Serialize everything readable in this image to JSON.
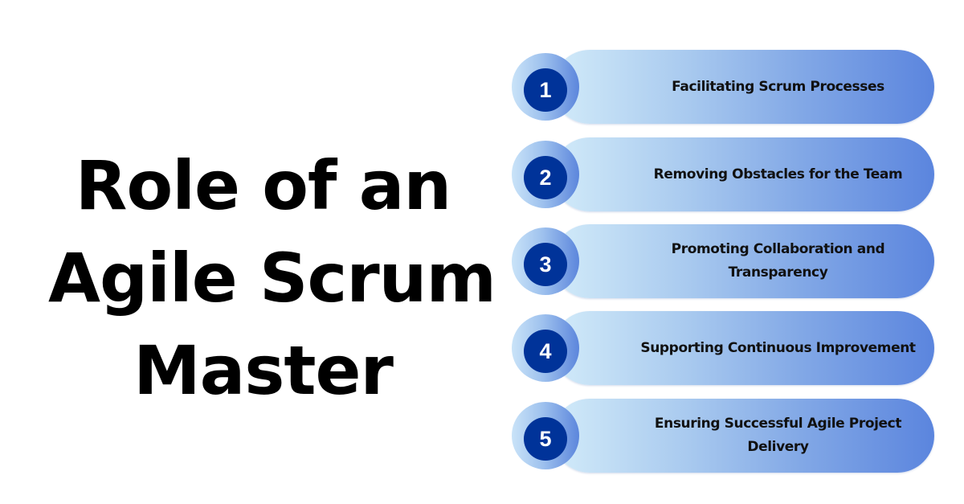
{
  "title": {
    "lines": [
      "Role of an",
      "Agile Scrum",
      "Master"
    ]
  },
  "items": [
    {
      "number": "1",
      "label": "Facilitating Scrum Processes"
    },
    {
      "number": "2",
      "label": "Removing Obstacles for the Team"
    },
    {
      "number": "3",
      "label": "Promoting Collaboration and Transparency"
    },
    {
      "number": "4",
      "label": "Supporting Continuous Improvement"
    },
    {
      "number": "5",
      "label": "Ensuring Successful Agile Project Delivery"
    }
  ],
  "colors": {
    "number_badge": "#003399",
    "pill_start": "#d2ebf9",
    "pill_end": "#5b85de",
    "text": "#111111"
  }
}
